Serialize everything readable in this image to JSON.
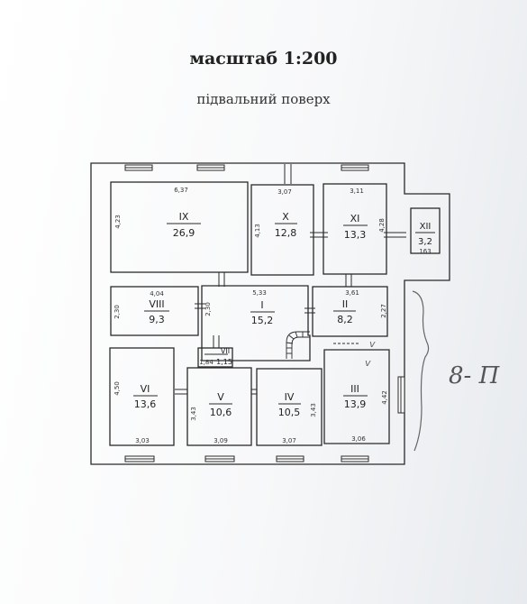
{
  "header": {
    "scale": "масштаб 1:200",
    "floor": "підвальний поверх"
  },
  "rooms": [
    {
      "id": "IX",
      "area": "26,9",
      "width": "6,37",
      "height": "4,23"
    },
    {
      "id": "X",
      "area": "12,8",
      "width": "3,07",
      "height": "4,13"
    },
    {
      "id": "XI",
      "area": "13,3",
      "width": "3,11",
      "height": "4,28"
    },
    {
      "id": "XII",
      "area": "3,2",
      "width": "163"
    },
    {
      "id": "VIII",
      "area": "9,3",
      "width": "4,04",
      "height": "2,30"
    },
    {
      "id": "I",
      "area": "15,2",
      "width": "5,33",
      "height": "2,30"
    },
    {
      "id": "II",
      "area": "8,2",
      "width": "3,61",
      "height": "2,27"
    },
    {
      "id": "VII",
      "area": "1,15",
      "width": "1,84"
    },
    {
      "id": "VI",
      "area": "13,6",
      "width": "3,03",
      "height": "4,50"
    },
    {
      "id": "V",
      "area": "10,6",
      "width": "3,09",
      "height": "3,43"
    },
    {
      "id": "IV",
      "area": "10,5",
      "width": "3,07",
      "height": "3,43"
    },
    {
      "id": "III",
      "area": "13,9",
      "width": "3,06",
      "height": "4,42"
    }
  ],
  "annotations": {
    "handwritten": "8- П",
    "check": "v"
  },
  "colors": {
    "line": "#2a2a2a",
    "paper": "#ffffff"
  }
}
